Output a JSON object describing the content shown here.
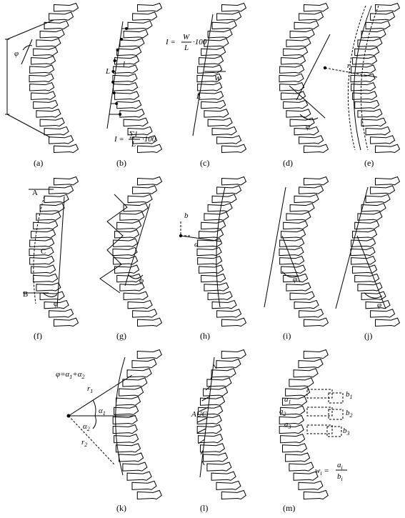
{
  "panels": [
    {
      "id": "a",
      "caption": "(a)",
      "labels": [
        "φ"
      ]
    },
    {
      "id": "b",
      "caption": "(b)",
      "labels": [
        "L",
        "l"
      ],
      "formula": "I = Σl / L · 100"
    },
    {
      "id": "c",
      "caption": "(c)",
      "labels": [
        "W",
        "L"
      ],
      "formula": "I = W / L · 100"
    },
    {
      "id": "d",
      "caption": "(d)",
      "labels": [
        "φ"
      ]
    },
    {
      "id": "e",
      "caption": "(e)",
      "labels": [
        "r"
      ]
    },
    {
      "id": "f",
      "caption": "(f)",
      "labels": [
        "A",
        "B",
        "C",
        "φ"
      ]
    },
    {
      "id": "g",
      "caption": "(g)",
      "labels": [
        "φ"
      ]
    },
    {
      "id": "h",
      "caption": "(h)",
      "labels": [
        "a",
        "b"
      ]
    },
    {
      "id": "i",
      "caption": "(i)",
      "labels": [
        "φ"
      ]
    },
    {
      "id": "j",
      "caption": "(j)",
      "labels": [
        "φ"
      ]
    },
    {
      "id": "k",
      "caption": "(k)",
      "labels": [
        "r1",
        "r2",
        "α1",
        "α2"
      ],
      "formula": "φ=α1+α2"
    },
    {
      "id": "l",
      "caption": "(l)",
      "labels": [
        "AUC"
      ]
    },
    {
      "id": "m",
      "caption": "(m)",
      "labels": [
        "a1",
        "a2",
        "a3",
        "b1",
        "b2",
        "b3"
      ],
      "formula": "wi = ai / bi"
    }
  ],
  "text": {
    "phi": "φ",
    "L": "L",
    "l": "l",
    "W": "W",
    "r": "r",
    "A": "A",
    "B": "B",
    "C": "C",
    "a": "a",
    "b": "b",
    "AUC": "AUC",
    "f_b_lhs": "I =",
    "f_b_num": "∑l",
    "f_b_den": "L",
    "f_b_tail": "·100",
    "f_c_lhs": "I =",
    "f_c_num": "W",
    "f_c_den": "L",
    "f_c_tail": "·100",
    "f_k": "φ=α",
    "f_k_s1": "1",
    "f_k_plus": "+α",
    "f_k_s2": "2",
    "r1": "r",
    "r1_sub": "1",
    "r2": "r",
    "r2_sub": "2",
    "al1": "α",
    "al1_sub": "1",
    "al2": "α",
    "al2_sub": "2",
    "a1": "a",
    "a1_sub": "1",
    "a2": "a",
    "a2_sub": "2",
    "a3": "a",
    "a3_sub": "3",
    "b1": "b",
    "b1_sub": "1",
    "b2": "b",
    "b2_sub": "2",
    "b3": "b",
    "b3_sub": "3",
    "w_lhs": "w",
    "w_sub": "i",
    "w_eq": " =",
    "w_num": "a",
    "w_num_sub": "i",
    "w_den": "b",
    "w_den_sub": "i"
  }
}
